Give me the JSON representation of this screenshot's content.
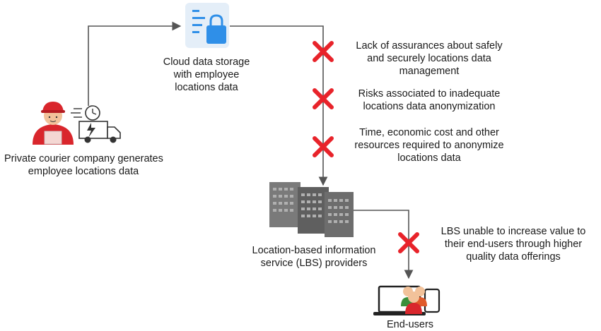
{
  "nodes": {
    "courier": {
      "label_line1": "Private courier company generates",
      "label_line2": "employee locations data"
    },
    "cloud": {
      "label_line1": "Cloud data storage",
      "label_line2": "with employee",
      "label_line3": "locations data"
    },
    "lbs": {
      "label_line1": "Location-based information",
      "label_line2": "service (LBS) providers"
    },
    "endusers": {
      "label_line1": "End-users"
    }
  },
  "issues": [
    {
      "line1": "Lack of assurances about safely",
      "line2": "and securely locations data",
      "line3": "management"
    },
    {
      "line1": "Risks associated to inadequate",
      "line2": "locations data anonymization"
    },
    {
      "line1": "Time, economic cost and other",
      "line2": "resources required to anonymize",
      "line3": "locations data"
    },
    {
      "line1": "LBS unable to increase value to",
      "line2": "their end-users through higher",
      "line3": "quality data offerings"
    }
  ],
  "colors": {
    "arrow": "#555555",
    "cross": "#e8232a",
    "courier_red": "#d9262c",
    "skin": "#f2c29a",
    "building_dark": "#6b6b6b",
    "building_light": "#8a8a8a",
    "cloud_bg": "#e4eef8",
    "lock_blue": "#2f8fe8"
  },
  "icons": [
    "courier-person-icon",
    "delivery-truck-icon",
    "document-lock-icon",
    "office-buildings-icon",
    "users-devices-icon",
    "cross-icon"
  ]
}
